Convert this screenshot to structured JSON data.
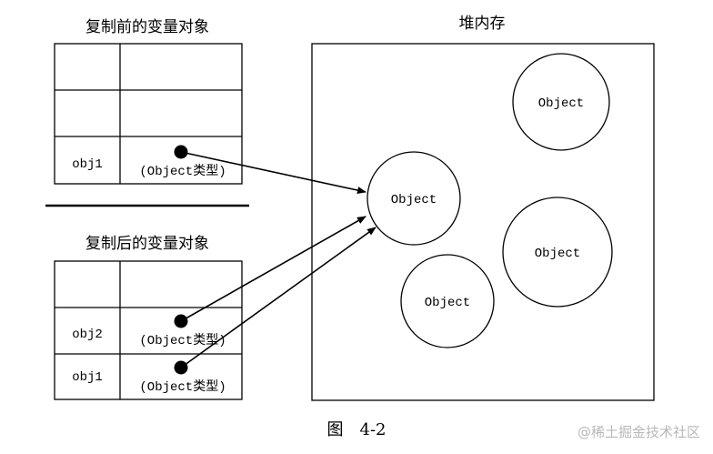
{
  "before": {
    "title": "复制前的变量对象",
    "rows": [
      {
        "name": "",
        "value": ""
      },
      {
        "name": "",
        "value": ""
      },
      {
        "name": "obj1",
        "value": "(Object类型)"
      }
    ]
  },
  "after": {
    "title": "复制后的变量对象",
    "rows": [
      {
        "name": "",
        "value": ""
      },
      {
        "name": "obj2",
        "value": "(Object类型)"
      },
      {
        "name": "obj1",
        "value": "(Object类型)"
      }
    ]
  },
  "heap": {
    "title": "堆内存",
    "objects": [
      "Object",
      "Object",
      "Object",
      "Object"
    ]
  },
  "caption": "图　4-2",
  "watermark": "@稀土掘金技术社区",
  "colors": {
    "stroke": "#000000",
    "watermark": "#b8b8b8"
  }
}
